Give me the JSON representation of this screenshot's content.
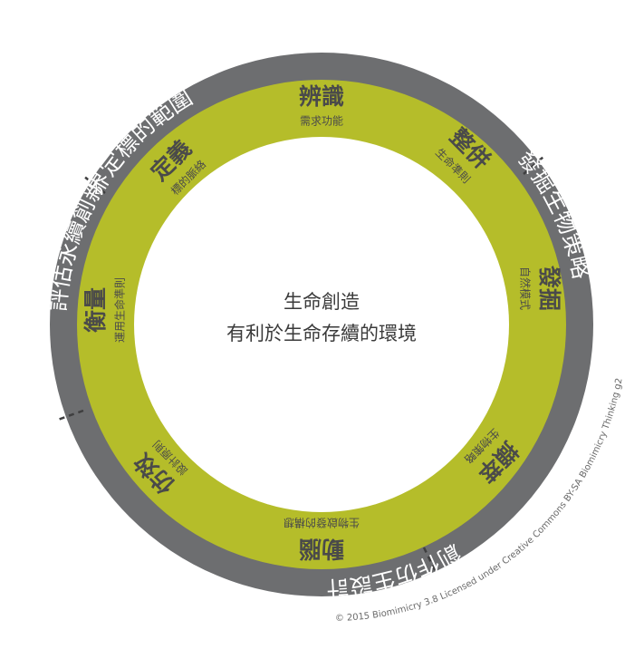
{
  "center": {
    "line1": "生命創造",
    "line2": "有利於生命存續的環境"
  },
  "phases": [
    {
      "id": "scoping",
      "label": "界定標的範圍"
    },
    {
      "id": "discover",
      "label": "發掘生物策略"
    },
    {
      "id": "create",
      "label": "創作仿生設計"
    },
    {
      "id": "evaluate",
      "label": "評估永續創新"
    }
  ],
  "steps": [
    {
      "id": "identify",
      "title": "辨識",
      "subtitle": "需求功能"
    },
    {
      "id": "integrate",
      "title": "整併",
      "subtitle": "生命準則"
    },
    {
      "id": "discover",
      "title": "發掘",
      "subtitle": "自然模式"
    },
    {
      "id": "abstract",
      "title": "擷萃",
      "subtitle": "生物策略"
    },
    {
      "id": "brainstorm",
      "title": "動腦",
      "subtitle": "生物啟發的構想"
    },
    {
      "id": "emulate",
      "title": "仿效",
      "subtitle": "設計原則"
    },
    {
      "id": "measure",
      "title": "衡量",
      "subtitle": "運用生命準則"
    },
    {
      "id": "define",
      "title": "定義",
      "subtitle": "標的脈絡"
    }
  ],
  "credit": "© 2015 Biomimicry 3.8  Licensed under Creative Commons BY-SA  Biomimicry Thinking g2",
  "colors": {
    "outer_ring": "#6d6e70",
    "inner_ring": "#b5bd2a",
    "center": "#ffffff",
    "divider": "#3f3f40"
  }
}
